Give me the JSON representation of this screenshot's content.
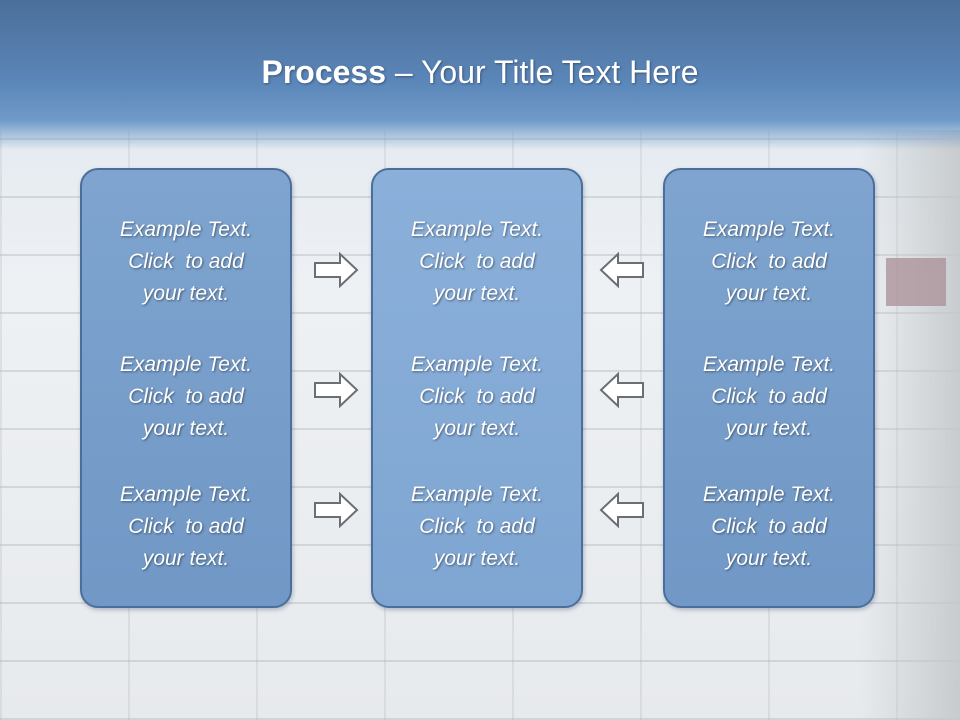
{
  "slide": {
    "title_bold": "Process",
    "title_rest": " – Your Title Text Here"
  },
  "columns": [
    {
      "blocks": [
        {
          "line1": "Example Text.",
          "line2": "Click  to add",
          "line3": "your text."
        },
        {
          "line1": "Example Text.",
          "line2": "Click  to add",
          "line3": "your text."
        },
        {
          "line1": "Example Text.",
          "line2": "Click  to add",
          "line3": "your text."
        }
      ]
    },
    {
      "blocks": [
        {
          "line1": "Example Text.",
          "line2": "Click  to add",
          "line3": "your text."
        },
        {
          "line1": "Example Text.",
          "line2": "Click  to add",
          "line3": "your text."
        },
        {
          "line1": "Example Text.",
          "line2": "Click  to add",
          "line3": "your text."
        }
      ]
    },
    {
      "blocks": [
        {
          "line1": "Example Text.",
          "line2": "Click  to add",
          "line3": "your text."
        },
        {
          "line1": "Example Text.",
          "line2": "Click  to add",
          "line3": "your text."
        },
        {
          "line1": "Example Text.",
          "line2": "Click  to add",
          "line3": "your text."
        }
      ]
    }
  ],
  "arrows": {
    "left_set": "right-arrow-icon",
    "right_set": "left-arrow-icon"
  },
  "colors": {
    "header": "#5b86b9",
    "box_fill": "#7ea4cf",
    "box_border": "#4b6f9a",
    "text": "#ffffff"
  }
}
